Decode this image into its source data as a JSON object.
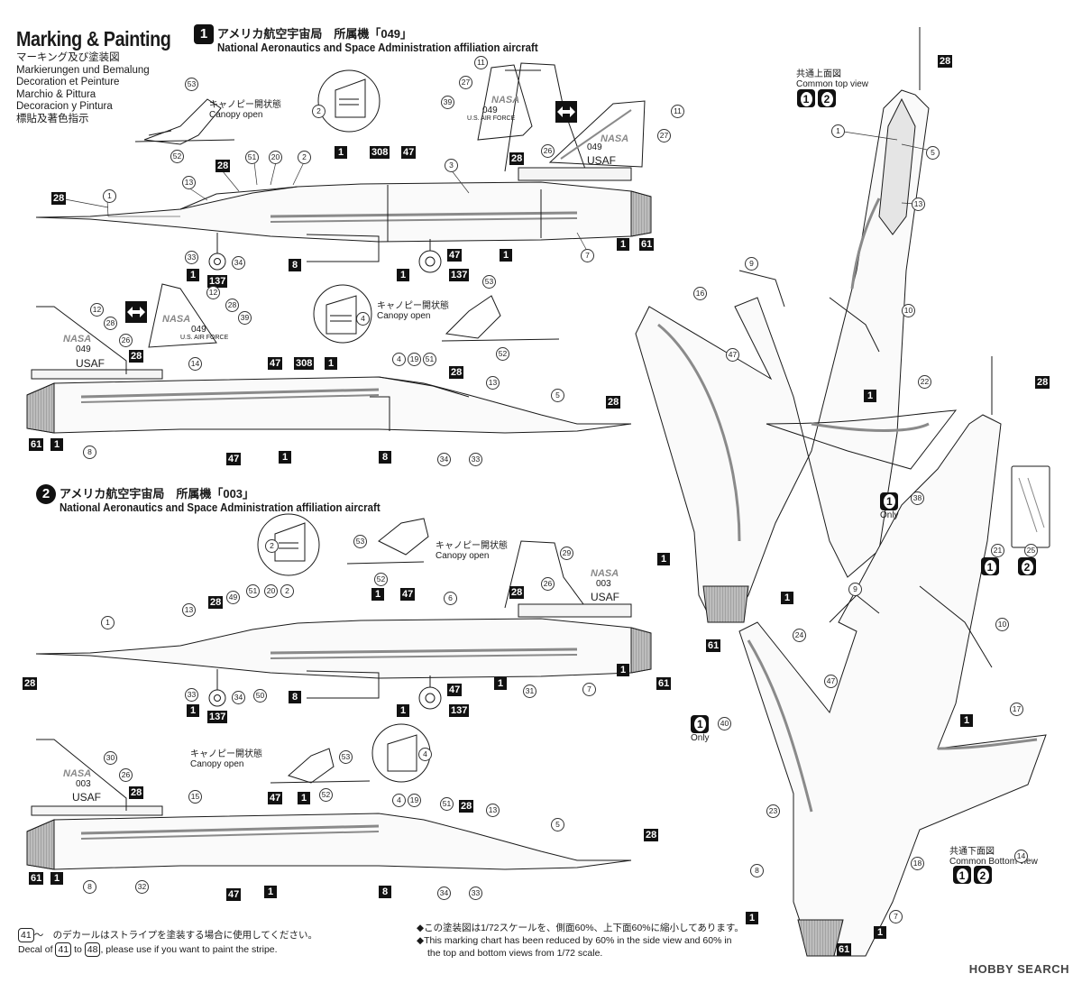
{
  "header": {
    "title": "Marking & Painting",
    "languages": [
      "マーキング及び塗装図",
      "Markierungen und Bemalung",
      "Decoration et Peinture",
      "Marchio & Pittura",
      "Decoracion y Pintura",
      "標貼及著色指示"
    ]
  },
  "scheme1": {
    "number": "1",
    "title_jp": "アメリカ航空宇宙局　所属機「049」",
    "title_en": "National Aeronautics and Space Administration affiliation aircraft"
  },
  "scheme2": {
    "number": "2",
    "title_jp": "アメリカ航空宇宙局　所属機「003」",
    "title_en": "National Aeronautics and Space Administration affiliation aircraft"
  },
  "canopy": {
    "jp": "キャノピー開状態",
    "en": "Canopy open"
  },
  "views": {
    "top_jp": "共通上面図",
    "top_en": "Common top view",
    "bottom_jp": "共通下面図",
    "bottom_en": "Common Bottom view",
    "only": "Only"
  },
  "fin_texts": {
    "nasa": "NASA",
    "s049": "049",
    "s003": "003",
    "usaf": "USAF",
    "usaf_full": "U.S. AIR FORCE"
  },
  "notes": {
    "decal_jp": "～　のデカールはストライプを塗装する場合に使用してください。",
    "decal_en_pre": "Decal of",
    "decal_en_to": "to",
    "decal_en_post": ", please use if you want to paint the stripe.",
    "decal_a": "41",
    "decal_b": "48",
    "scale_jp": "◆この塗装図は1/72スケールを、側面60%、上下面60%に縮小してあります。",
    "scale_en1": "◆This marking chart has been reduced by 60% in the side view and 60% in",
    "scale_en2": "the top and bottom views from 1/72 scale."
  },
  "watermark": "HOBBY SEARCH",
  "colors": {
    "ink": "#1a1a1a",
    "stripe": "#8a8a8a",
    "panel": "#f2f2f2"
  }
}
